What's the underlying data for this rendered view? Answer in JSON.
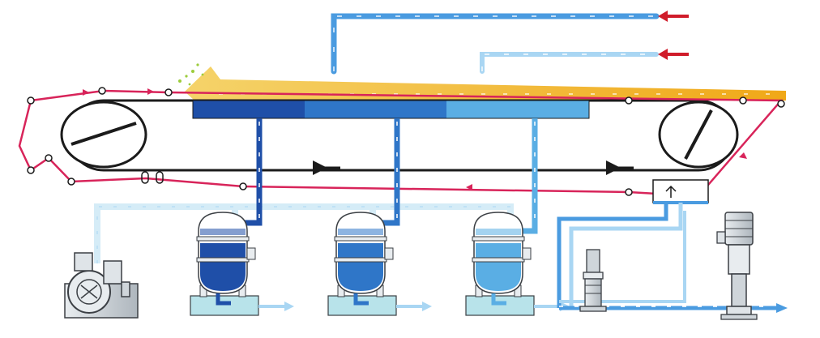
{
  "colors": {
    "background": "#ffffff",
    "belt": "#1b1b1b",
    "filter_cloth": "#d8245a",
    "slurry_feed": "#f0a818",
    "wash_water": "#4a9be0",
    "wash_water_light": "#a9d6f3",
    "pipe_pale": "#d5ecf7",
    "vacuum_box_dark": "#1f4fa8",
    "vacuum_box_mid": "#2f76c8",
    "vacuum_box_light": "#5aaee4",
    "inlet_arrow": "#d01c2a",
    "equipment_grey": "#c9cfd4",
    "equipment_outline": "#3b3f44",
    "base_tray": "#b8e3ea"
  },
  "icons": {
    "drive_roller": "roller-icon",
    "tension_roller": "roller-icon",
    "vacuum_pump": "vacuum-pump-icon",
    "filtrate_pump": "pump-icon",
    "motor": "motor-icon",
    "inlet_arrow": "arrow-left-icon",
    "outlet_arrow": "arrow-right-icon"
  },
  "receivers": [
    {
      "id": "receiver-1",
      "fill": "#1f4fa8"
    },
    {
      "id": "receiver-2",
      "fill": "#2f76c8"
    },
    {
      "id": "receiver-3",
      "fill": "#5aaee4"
    }
  ]
}
